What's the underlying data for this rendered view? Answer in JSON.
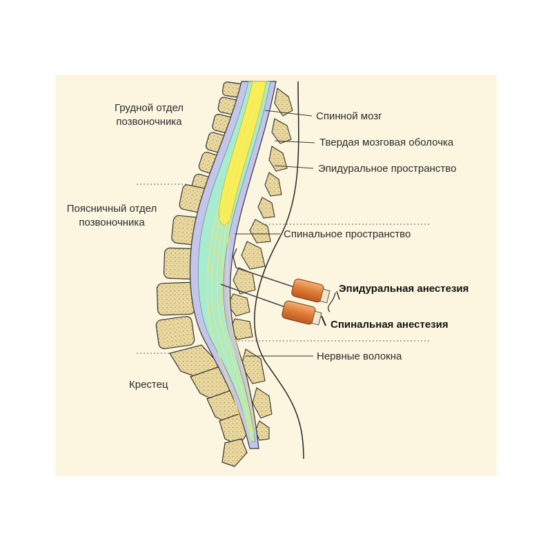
{
  "regions": {
    "thoracic": [
      "Грудной отдел",
      "позвоночника"
    ],
    "lumbar": [
      "Поясничный отдел",
      "позвоночника"
    ],
    "sacrum": "Крестец"
  },
  "labels": {
    "spinal_cord": "Спинной мозг",
    "dura_mater": "Твердая мозговая оболочка",
    "epidural_space": "Эпидуральное пространство",
    "spinal_space": "Спинальное пространство",
    "epidural_anesthesia": "Эпидуральная анестезия",
    "spinal_anesthesia": "Спинальная анестезия",
    "nerve_fibers": "Нервные волокна"
  },
  "colors": {
    "background": "#fcf6e0",
    "bone": "#ead9a0",
    "csf": "#a8eccf",
    "dura": "#c3c6ea",
    "cord": "#f6ef5a",
    "nerves": "#ffe75a",
    "syringe": "#e58a45"
  }
}
